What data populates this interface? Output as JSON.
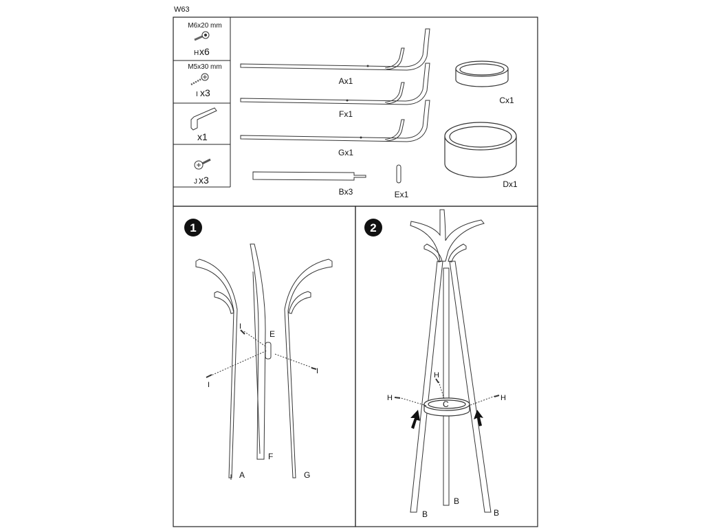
{
  "model_code": "W63",
  "hardware": [
    {
      "size": "M6x20 mm",
      "letter": "H",
      "qty": "x6",
      "icon": "bolt-icon"
    },
    {
      "size": "M5x30 mm",
      "letter": "I",
      "qty": "x3",
      "icon": "screw-icon"
    },
    {
      "size": "",
      "letter": "",
      "qty": "x1",
      "icon": "allen-key-icon"
    },
    {
      "size": "",
      "letter": "J",
      "qty": "x3",
      "icon": "screw-icon"
    }
  ],
  "parts": {
    "a": "Ax1",
    "f": "Fx1",
    "g": "Gx1",
    "b": "Bx3",
    "e": "Ex1",
    "c": "Cx1",
    "d": "Dx1"
  },
  "step1": {
    "number": "1",
    "labels": {
      "a": "A",
      "f": "F",
      "g": "G",
      "e": "E",
      "i": "I"
    }
  },
  "step2": {
    "number": "2",
    "labels": {
      "h": "H",
      "c": "C",
      "b": "B"
    }
  }
}
